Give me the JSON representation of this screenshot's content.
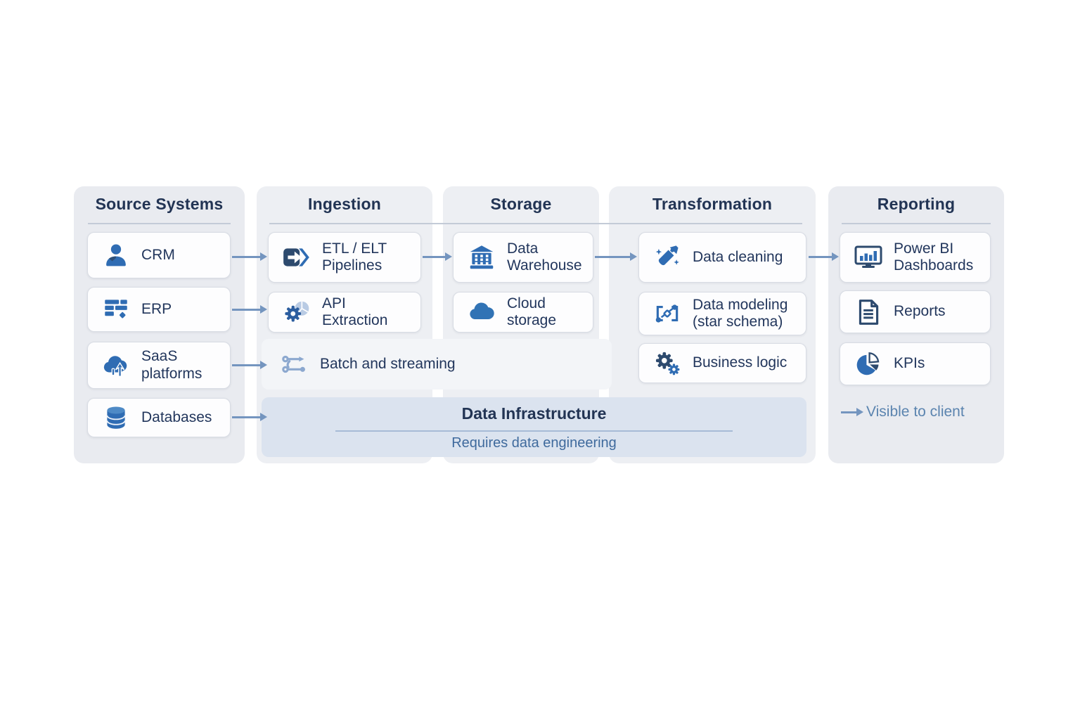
{
  "columns": {
    "source": {
      "title": "Source Systems",
      "items": [
        {
          "label": "CRM",
          "icon": "person-icon"
        },
        {
          "label": "ERP",
          "icon": "table-grid-icon"
        },
        {
          "label": "SaaS platforms",
          "icon": "cloud-upload-icon"
        },
        {
          "label": "Databases",
          "icon": "database-icon"
        }
      ]
    },
    "ingestion": {
      "title": "Ingestion",
      "items": [
        {
          "label": "ETL / ELT Pipelines",
          "icon": "pipeline-arrow-icon"
        },
        {
          "label": "API Extraction",
          "icon": "gear-pie-icon"
        },
        {
          "label": "Batch and streaming",
          "icon": "stream-flow-icon"
        }
      ]
    },
    "storage": {
      "title": "Storage",
      "items": [
        {
          "label": "Data Warehouse",
          "icon": "warehouse-icon"
        },
        {
          "label": "Cloud storage",
          "icon": "cloud-icon"
        }
      ]
    },
    "transformation": {
      "title": "Transformation",
      "items": [
        {
          "label": "Data cleaning",
          "icon": "spray-clean-icon"
        },
        {
          "label": "Data modeling (star schema)",
          "icon": "star-schema-icon"
        },
        {
          "label": "Business logic",
          "icon": "gears-icon"
        }
      ]
    },
    "reporting": {
      "title": "Reporting",
      "items": [
        {
          "label": "Power BI Dashboards",
          "icon": "dashboard-monitor-icon"
        },
        {
          "label": "Reports",
          "icon": "report-document-icon"
        },
        {
          "label": "KPIs",
          "icon": "pie-chart-icon"
        }
      ]
    }
  },
  "banner": {
    "title": "Data Infrastructure",
    "subtitle": "Requires data engineering"
  },
  "legend": {
    "label": "Visible to client"
  },
  "connections": [
    {
      "from": "CRM",
      "to": "ETL / ELT Pipelines"
    },
    {
      "from": "ERP",
      "to": "API Extraction"
    },
    {
      "from": "SaaS platforms",
      "to": "Batch and streaming"
    },
    {
      "from": "Databases",
      "to": "Data Infrastructure"
    },
    {
      "from": "ETL / ELT Pipelines",
      "to": "Data Warehouse"
    },
    {
      "from": "Data Warehouse",
      "to": "Data cleaning"
    },
    {
      "from": "Data cleaning",
      "to": "Power BI Dashboards"
    }
  ],
  "colors": {
    "icon_blue": "#2f6cb3",
    "icon_navy": "#2d4a6e",
    "icon_steel": "#8ca8cf",
    "arrow": "#7495bf",
    "panel_bg": "#e9ebf0",
    "card_bg": "#fdfdfe",
    "banner_bg": "#dbe3ef",
    "title_text": "#223454",
    "subtitle_text": "#3f6a9d",
    "legend_text": "#5b84af"
  }
}
